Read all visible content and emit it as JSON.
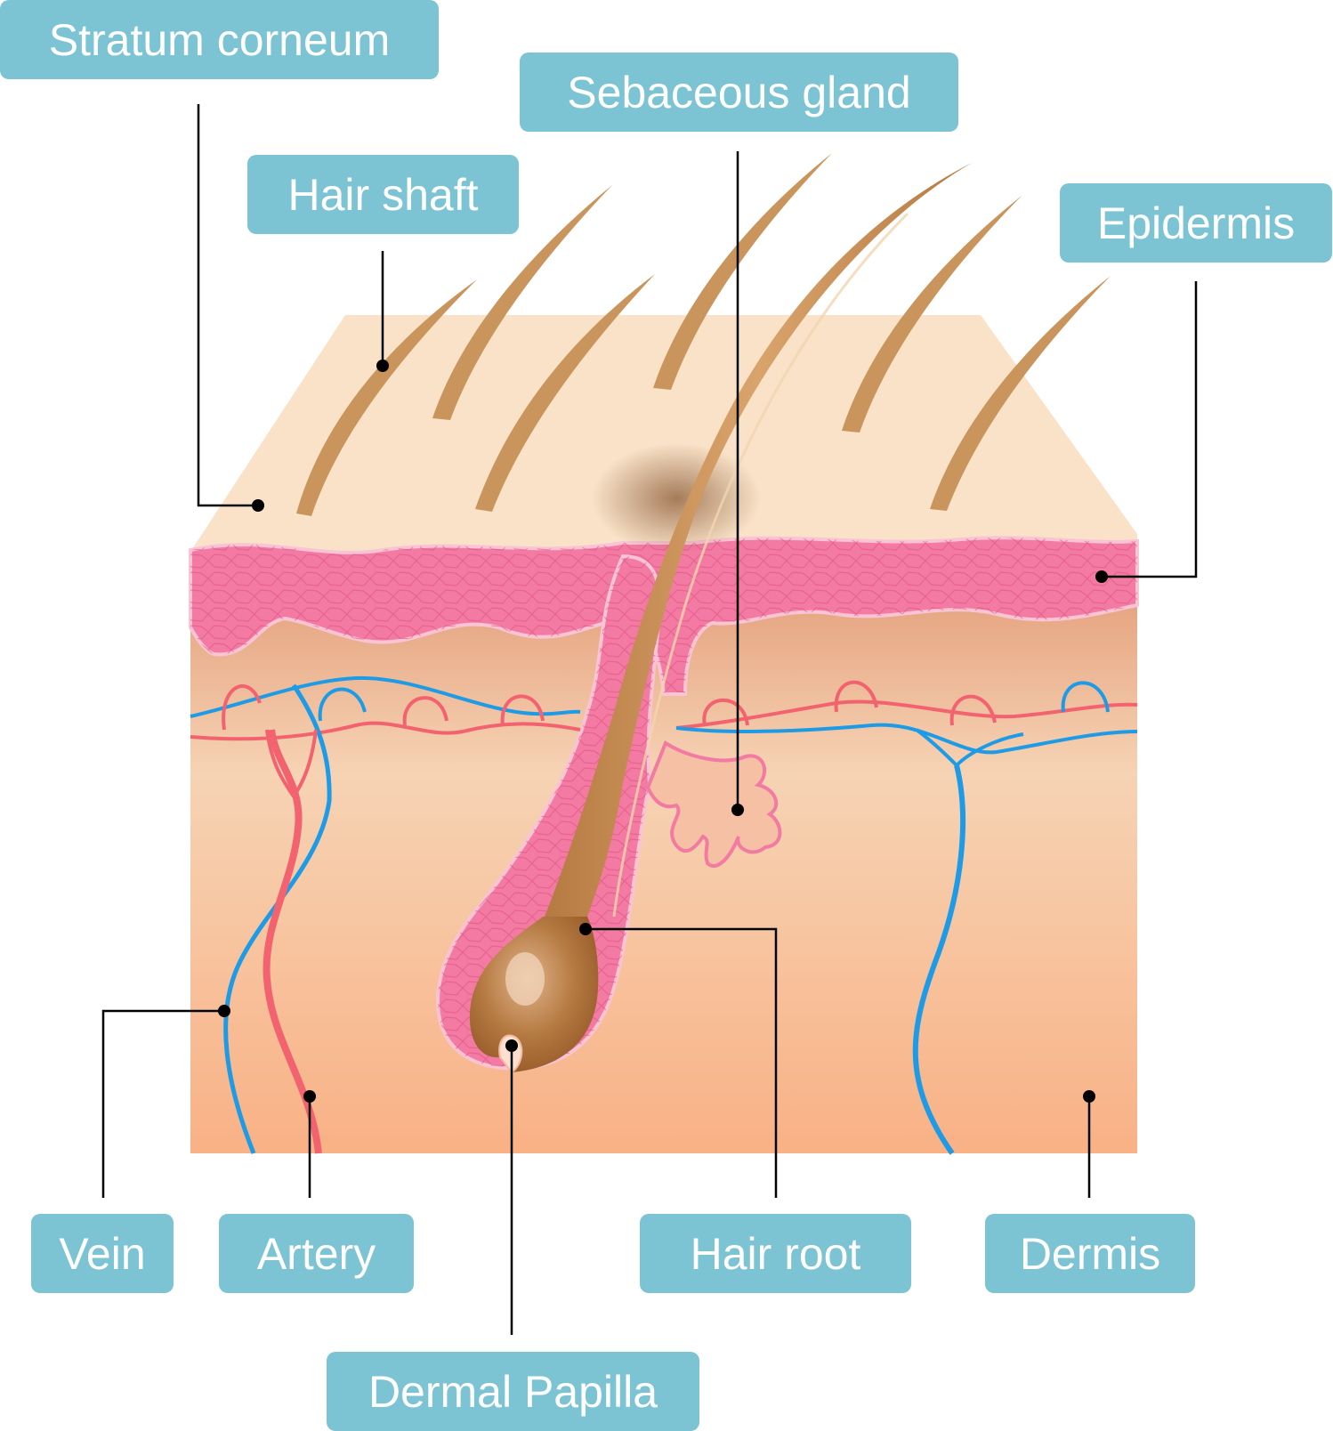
{
  "labels": {
    "stratum_corneum": "Stratum corneum",
    "sebaceous_gland": "Sebaceous gland",
    "hair_shaft": "Hair shaft",
    "epidermis": "Epidermis",
    "vein": "Vein",
    "artery": "Artery",
    "hair_root": "Hair root",
    "dermis": "Dermis",
    "dermal_papilla": "Dermal Papilla"
  },
  "colors": {
    "label_bg": "#7cc4d3",
    "label_text": "#ffffff",
    "stratum_corneum": "#f9e2c8",
    "epidermis": "#f27aa3",
    "dermis_top": "#e39c78",
    "dermis_mid": "#f6d3b4",
    "dermis_bottom": "#f9b185",
    "hair": "#c9955c",
    "hair_dark": "#a66a34",
    "vein": "#1e9be6",
    "artery": "#f2636f",
    "leader_line": "#000000"
  }
}
